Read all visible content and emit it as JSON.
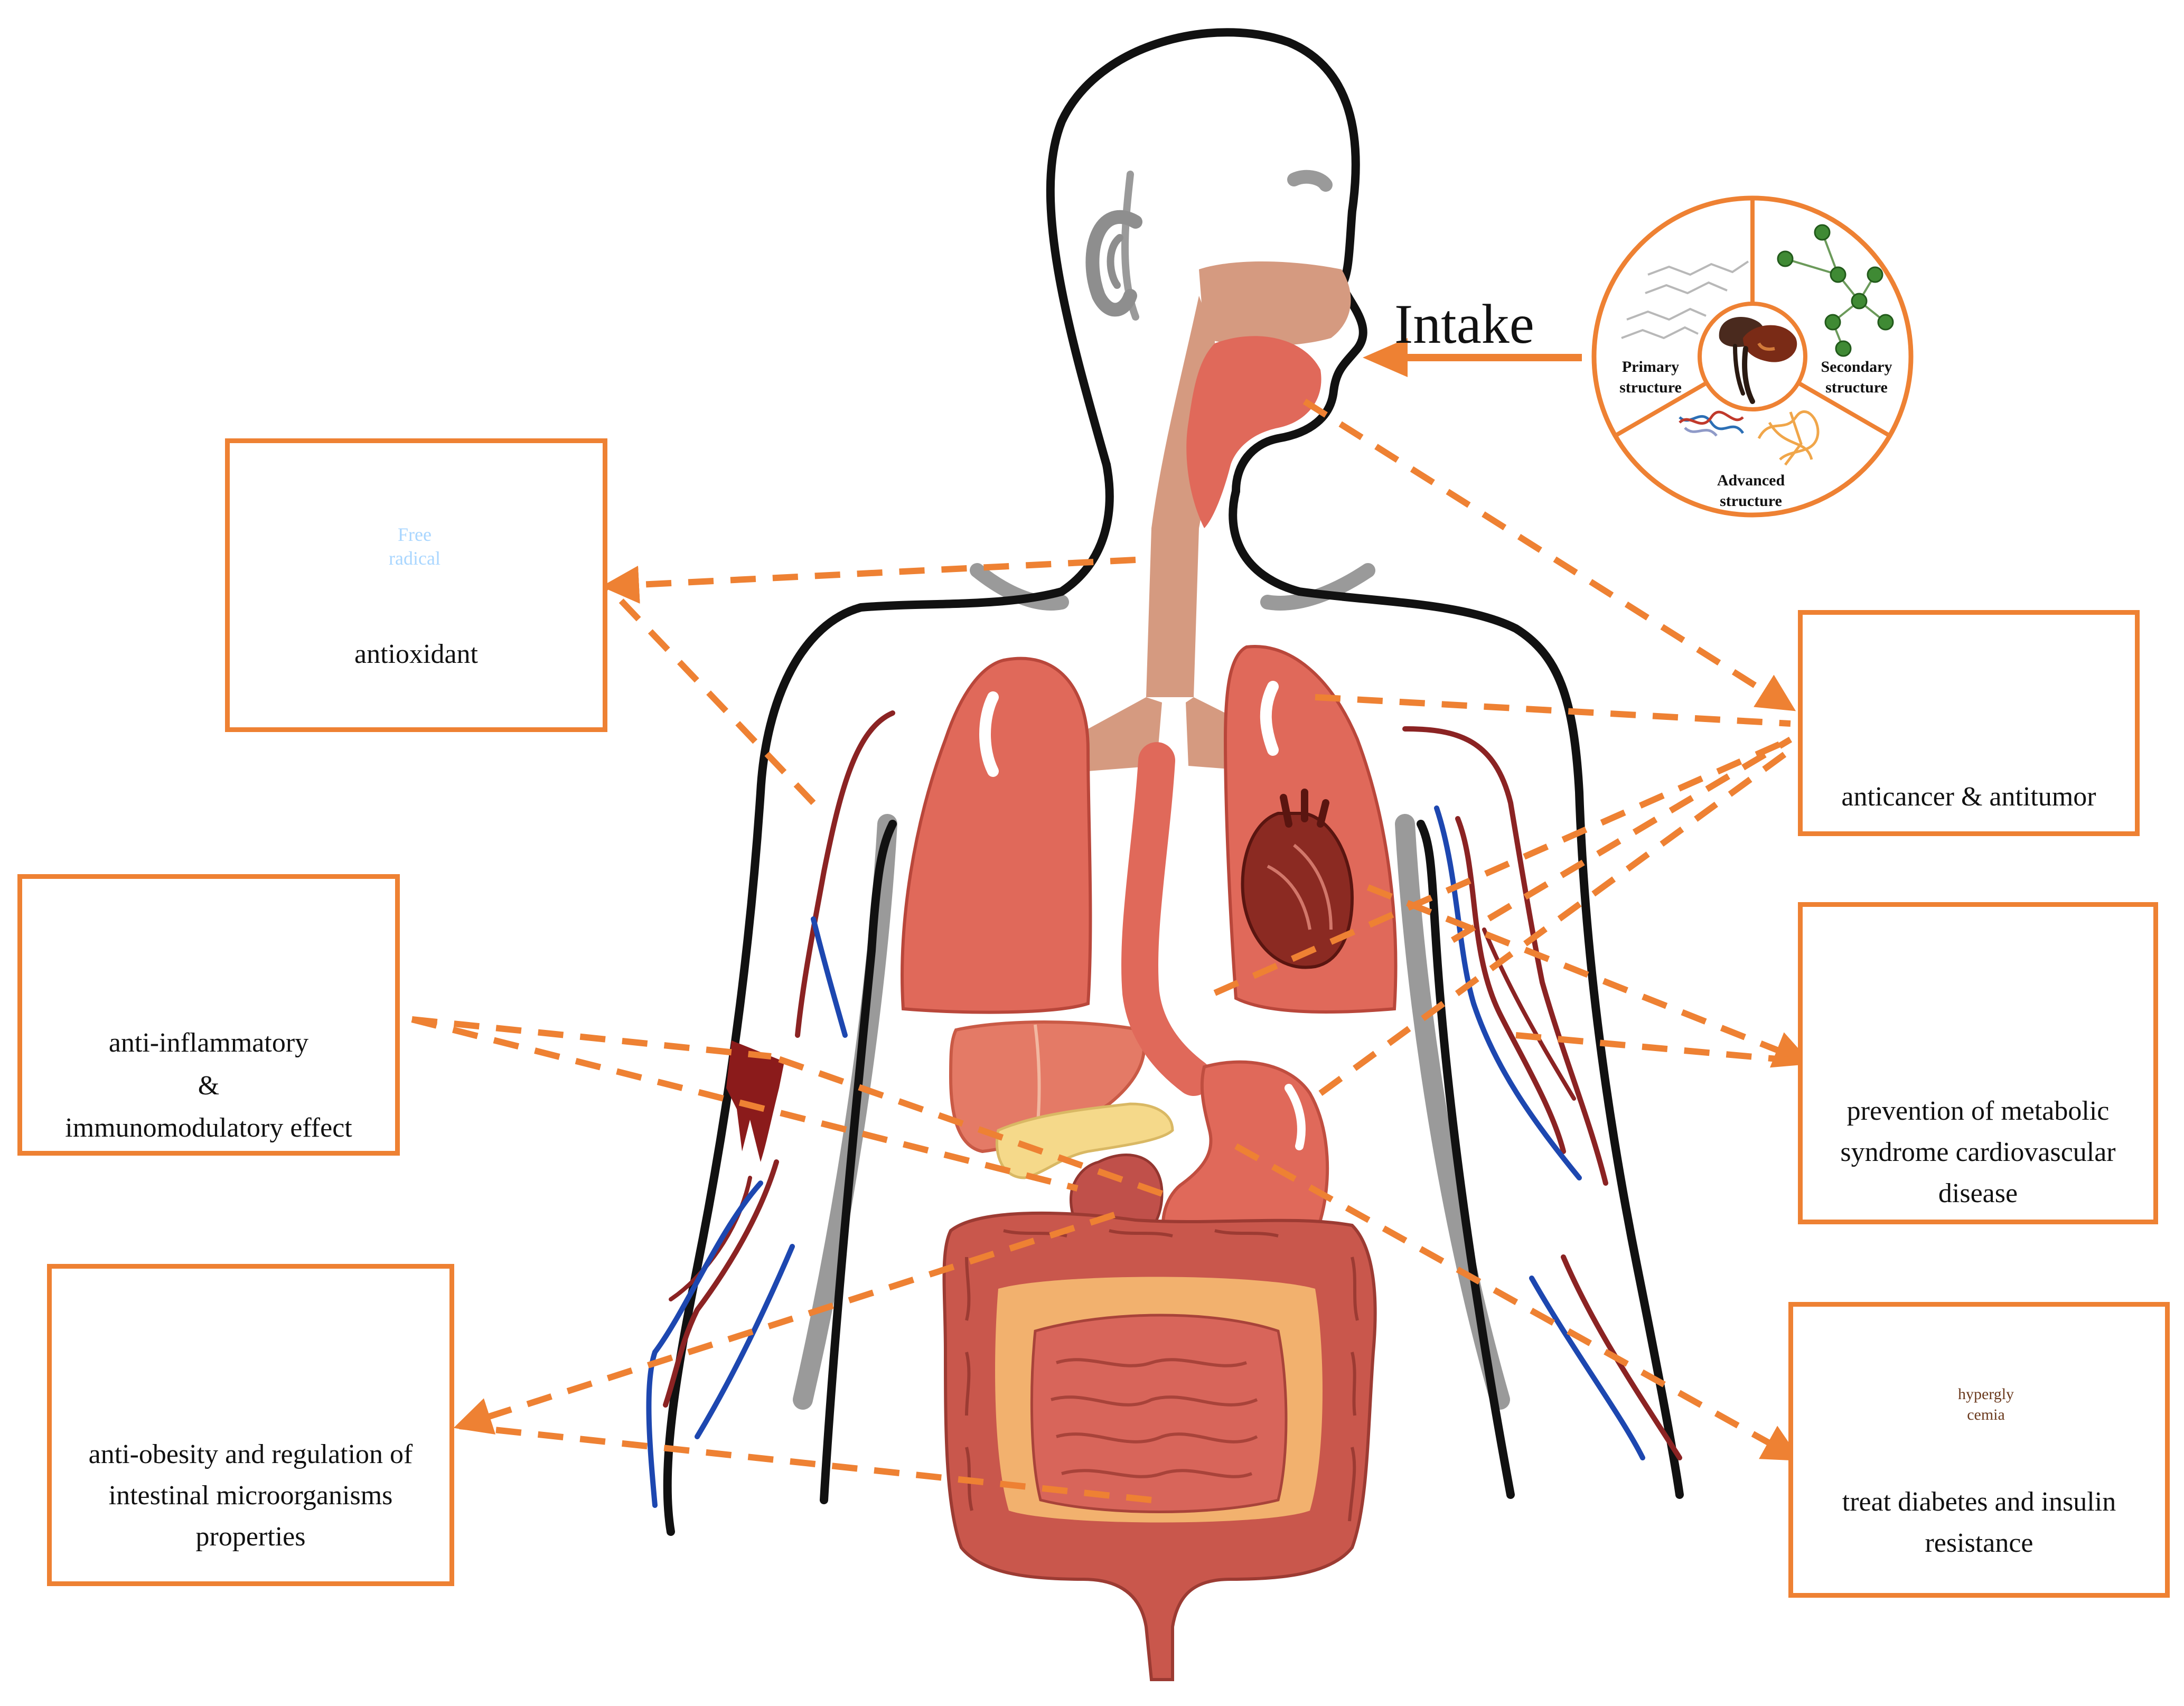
{
  "intake": {
    "label": "Intake"
  },
  "structures": {
    "primary": [
      "Primary",
      "structure"
    ],
    "secondary": [
      "Secondary",
      "structure"
    ],
    "advanced": [
      "Advanced",
      "structure"
    ]
  },
  "effects": {
    "antioxidant": {
      "lines": [
        "antioxidant"
      ],
      "icon_text": [
        "Free",
        "radical"
      ]
    },
    "anticancer": {
      "lines": [
        "anticancer & antitumor"
      ]
    },
    "anti_inflammatory": {
      "lines": [
        "anti-inflammatory",
        "&",
        "immunomodulatory effect"
      ]
    },
    "metabolic": {
      "lines": [
        "prevention of metabolic",
        "syndrome cardiovascular",
        "disease"
      ]
    },
    "anti_obesity": {
      "lines": [
        "anti-obesity and regulation of",
        "intestinal microorganisms",
        "properties"
      ]
    },
    "diabetes": {
      "lines": [
        "treat diabetes and insulin",
        "resistance"
      ],
      "icon_text": [
        "hypergly",
        "cemia"
      ]
    }
  },
  "colors": {
    "accent": "#ee8133",
    "organ": "#e0695a",
    "organ_dark": "#b9473b",
    "esophagus": "#d59a80",
    "liver": "#e47a66",
    "pancreas": "#f5d98a",
    "vein": "#1d47b0",
    "artery": "#8b2323",
    "outline": "#111111",
    "shadow": "#9a9a9a"
  }
}
